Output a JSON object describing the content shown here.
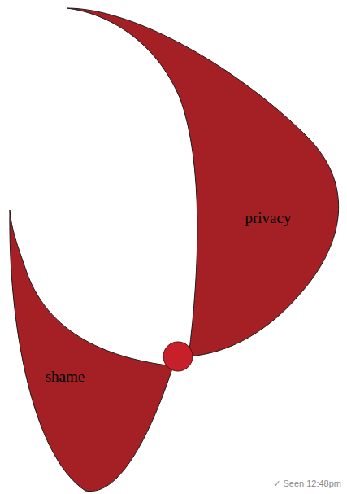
{
  "diagram": {
    "nodes": [
      {
        "text": [
          "privacy"
        ]
      },
      {
        "text": [
          "shame"
        ]
      }
    ],
    "labels": [
      "✓ Seen 12:48pm"
    ]
  }
}
